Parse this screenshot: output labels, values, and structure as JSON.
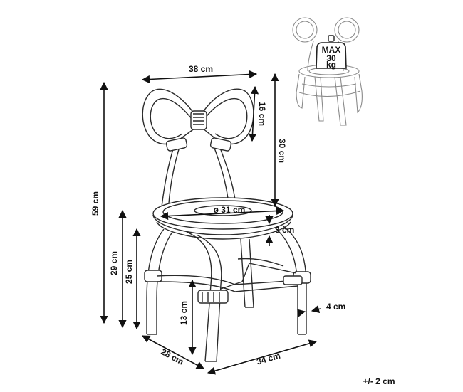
{
  "dimensions": {
    "width_top": "38 cm",
    "loop_height": "16 cm",
    "back_height": "30 cm",
    "total_height": "59 cm",
    "seat_diameter": "ø 31 cm",
    "seat_thickness": "3 cm",
    "seat_height": "29 cm",
    "apron_height": "25 cm",
    "stretcher_height": "13 cm",
    "leg_thickness": "4 cm",
    "depth": "28 cm",
    "width_base": "34 cm"
  },
  "load": {
    "max_label": "MAX",
    "value": "30",
    "unit": "kg"
  },
  "tolerance": "+/- 2 cm"
}
